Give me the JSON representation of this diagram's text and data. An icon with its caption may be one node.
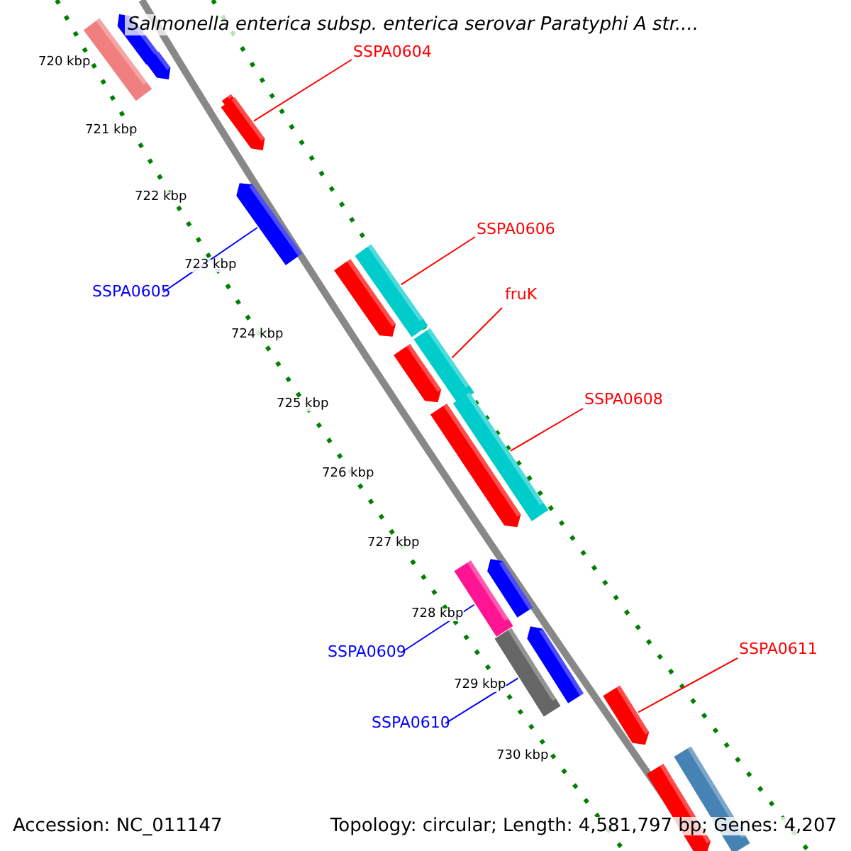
{
  "diagram": {
    "title": "Salmonella enterica subsp. enterica serovar Paratyphi A str....",
    "nodes": [
      {
        "text": [
          "SSPA0604"
        ]
      },
      {
        "text": [],
        "shape": "bar"
      },
      {
        "text": [
          "SSPA0606"
        ]
      },
      {
        "text": [],
        "shape": "bar"
      },
      {
        "text": [
          "SSPA0605"
        ]
      },
      {
        "text": [],
        "shape": "bar"
      },
      {
        "text": [
          "fruK"
        ]
      },
      {
        "text": [],
        "shape": "bar"
      },
      {
        "text": [
          "SSPA0608"
        ]
      },
      {
        "text": [],
        "shape": "bar"
      },
      {
        "text": [
          "SSPA0611"
        ]
      },
      {
        "text": [],
        "shape": "bar"
      },
      {
        "text": [
          "SSPA0609"
        ]
      },
      {
        "text": [],
        "shape": "bar"
      },
      {
        "text": [
          "SSPA0610"
        ]
      },
      {
        "text": [],
        "shape": "bar"
      }
    ],
    "edges": [
      {
        "from": 0,
        "to": 1,
        "arrow": "none"
      },
      {
        "from": 2,
        "to": 3,
        "arrow": "none"
      },
      {
        "from": 4,
        "to": 5,
        "arrow": "none",
        "color": "#0000ff"
      },
      {
        "from": 6,
        "to": 7,
        "arrow": "none"
      },
      {
        "from": 8,
        "to": 9,
        "arrow": "none"
      },
      {
        "from": 10,
        "to": 11,
        "arrow": "none"
      },
      {
        "from": 12,
        "to": 13,
        "arrow": "none",
        "color": "#0000ff"
      },
      {
        "from": 14,
        "to": 15,
        "arrow": "none",
        "color": "#0000ff"
      }
    ],
    "labels": [
      "720 kbp",
      "721 kbp",
      "722 kbp",
      "723 kbp",
      "724 kbp",
      "725 kbp",
      "726 kbp",
      "727 kbp",
      "728 kbp",
      "729 kbp",
      "730 kbp",
      "Accession: NC_011147",
      "Topology: circular; Length: 4,581,797 bp; Genes: 4,207"
    ]
  }
}
